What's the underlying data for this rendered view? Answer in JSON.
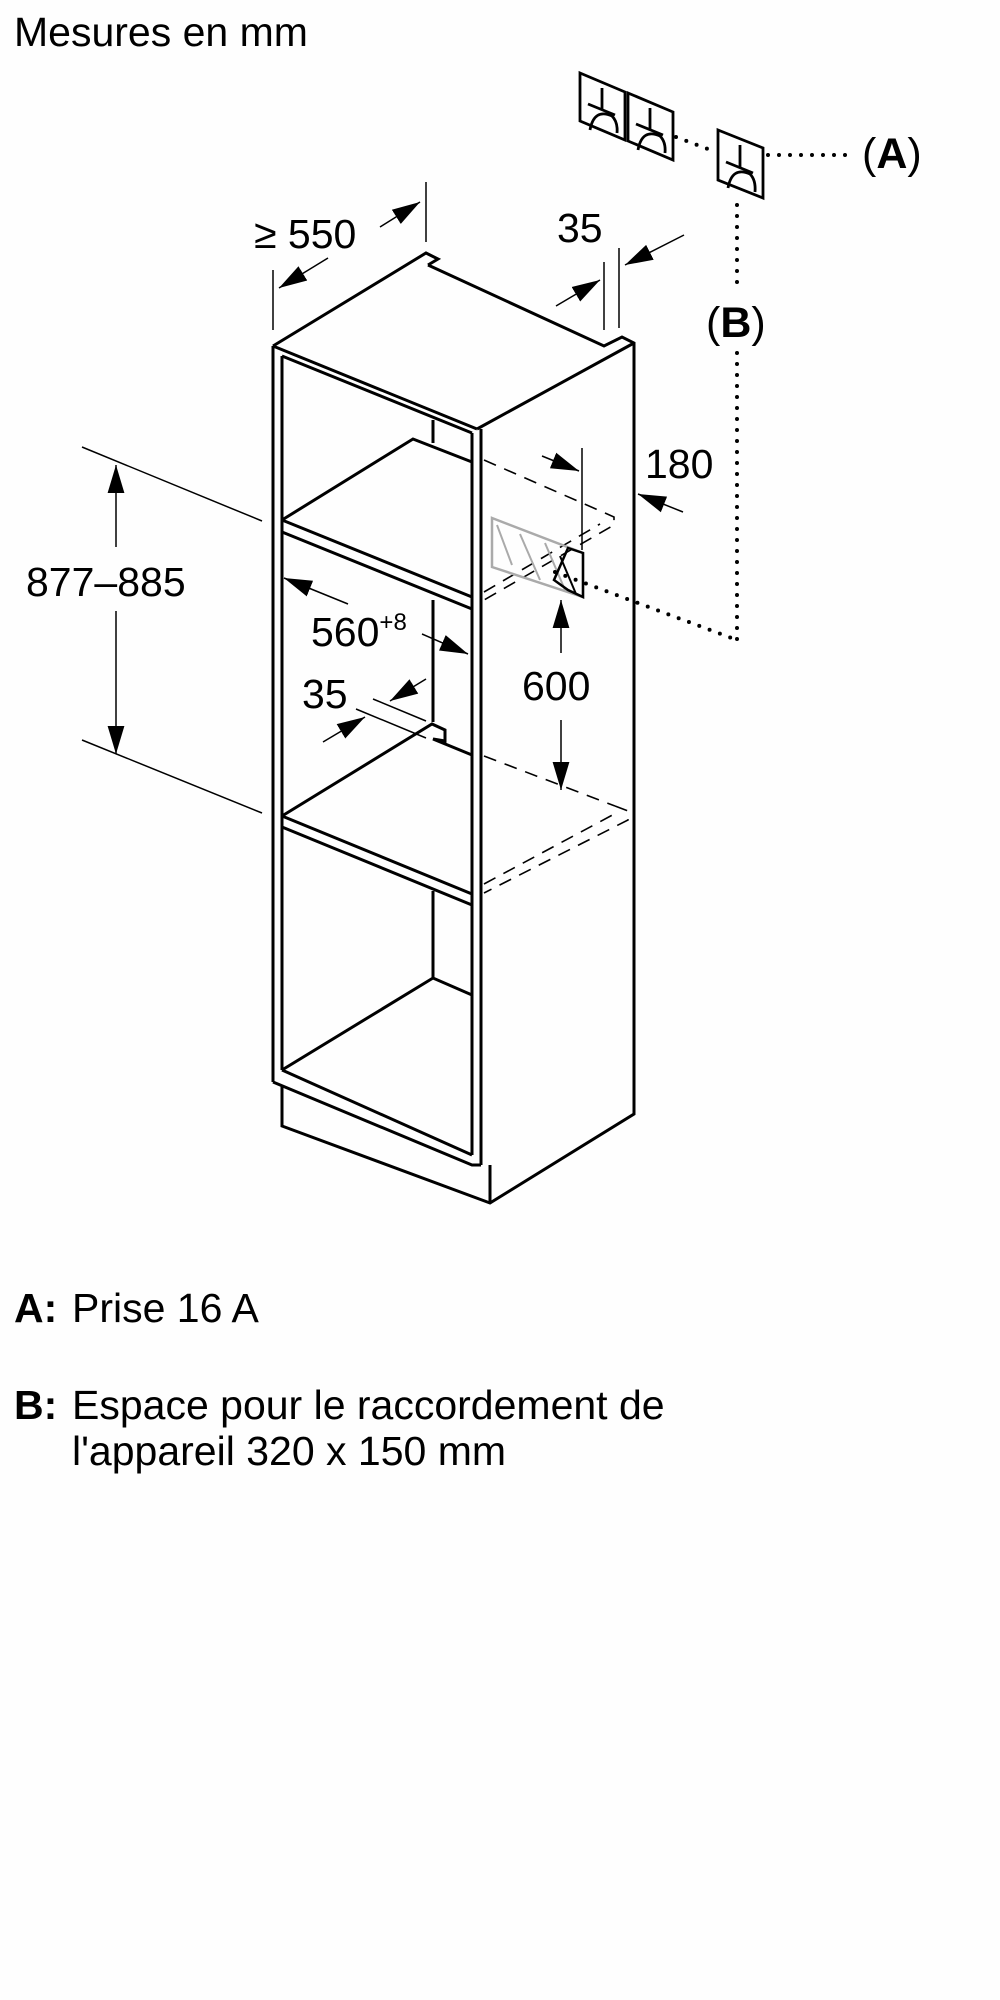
{
  "title": "Mesures en mm",
  "diagram": {
    "subject": "Colonne d'encastrement pour four",
    "dimensions": {
      "depth_min": "≥ 550",
      "back_gap_top": "35",
      "side_offset": "180",
      "height_range": "877–885",
      "width_base": "560",
      "width_tolerance": "+8",
      "back_gap_shelf": "35",
      "niche_height": "600"
    },
    "callouts": {
      "a": {
        "open": "(",
        "letter": "A",
        "close": ")"
      },
      "b": {
        "open": "(",
        "letter": "B",
        "close": ")"
      }
    },
    "sockets_count": 3
  },
  "legend": [
    {
      "key": "A:",
      "lines": [
        "Prise 16 A"
      ]
    },
    {
      "key": "B:",
      "lines": [
        "Espace pour le raccordement de",
        "l'appareil 320 x 150 mm"
      ]
    }
  ]
}
